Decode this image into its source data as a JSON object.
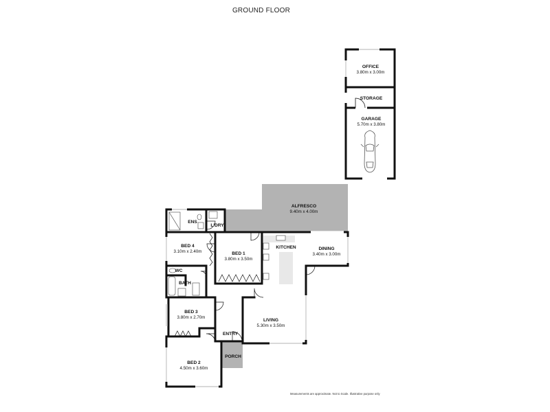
{
  "floor_title": "GROUND FLOOR",
  "rooms": {
    "office": {
      "name": "OFFICE",
      "dims": "3.80m  x 3.00m"
    },
    "storage": {
      "name": "STORAGE"
    },
    "garage": {
      "name": "GARAGE",
      "dims": "5.70m  x 3.80m"
    },
    "alfresco": {
      "name": "ALFRESCO",
      "dims": "9.40m  x 4.00m"
    },
    "ens": {
      "name": "ENS"
    },
    "ldry": {
      "name": "L'DRY"
    },
    "bed4": {
      "name": "BED 4",
      "dims": "3.10m  x 2.40m"
    },
    "bed1": {
      "name": "BED 1",
      "dims": "3.80m  x 3.50m"
    },
    "kitchen": {
      "name": "KITCHEN"
    },
    "dining": {
      "name": "DINING",
      "dims": "3.40m  x 3.00m"
    },
    "wc": {
      "name": "WC"
    },
    "bath": {
      "name": "BATH"
    },
    "bed3": {
      "name": "BED 3",
      "dims": "3.80m  x 2.70m"
    },
    "living": {
      "name": "LIVING",
      "dims": "5.30m  x 3.50m"
    },
    "entry": {
      "name": "ENTRY"
    },
    "porch": {
      "name": "PORCH"
    },
    "bed2": {
      "name": "BED 2",
      "dims": "4.50m  x 3.60m"
    }
  },
  "disclaimer": "Measurements are approximate.  Not to Scale.  Illustrative purpose only",
  "colors": {
    "wall": "#111111",
    "outdoor_fill": "#b3b3b3",
    "window": "#9a9a9a",
    "bench": "#e8e8e8"
  }
}
